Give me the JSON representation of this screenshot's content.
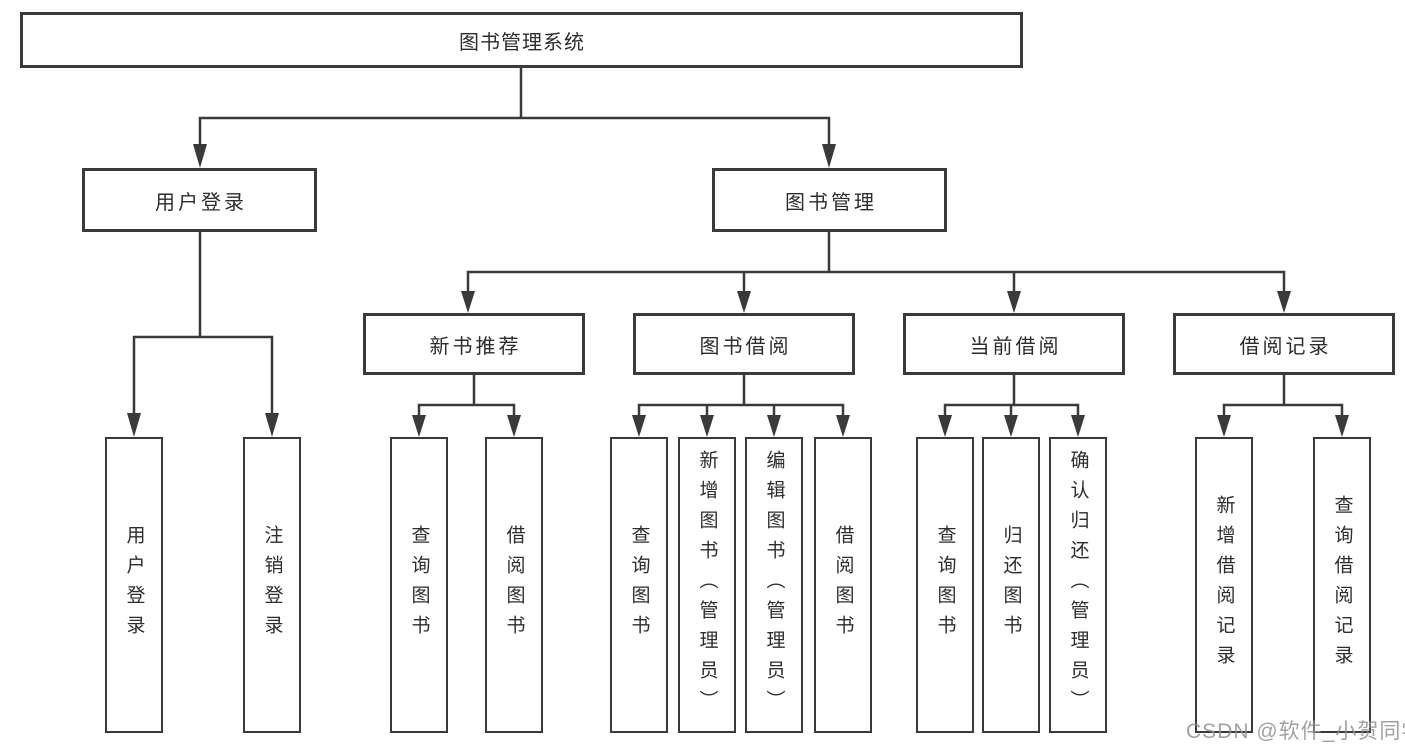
{
  "diagram": {
    "type": "hierarchy-chart",
    "tree": {
      "root": {
        "label": "图书管理系统"
      },
      "branches": [
        {
          "label": "用户登录",
          "children": [
            {
              "label": "用户登录"
            },
            {
              "label": "注销登录"
            }
          ]
        },
        {
          "label": "图书管理",
          "children": [
            {
              "label": "新书推荐",
              "children": [
                {
                  "label": "查询图书"
                },
                {
                  "label": "借阅图书"
                }
              ]
            },
            {
              "label": "图书借阅",
              "children": [
                {
                  "label": "查询图书"
                },
                {
                  "label": "新增图书（管理员）"
                },
                {
                  "label": "编辑图书（管理员）"
                },
                {
                  "label": "借阅图书"
                }
              ]
            },
            {
              "label": "当前借阅",
              "children": [
                {
                  "label": "查询图书"
                },
                {
                  "label": "归还图书"
                },
                {
                  "label": "确认归还（管理员）"
                }
              ]
            },
            {
              "label": "借阅记录",
              "children": [
                {
                  "label": "新增借阅记录"
                },
                {
                  "label": "查询借阅记录"
                }
              ]
            }
          ]
        }
      ]
    },
    "colors": {
      "line": "#3a3a3a",
      "box_border": "#3a3a3a",
      "text": "#2d2d2d",
      "background": "#ffffff",
      "watermark": "#919191"
    }
  },
  "watermark": {
    "text": "CSDN @软件_小贺同学"
  }
}
